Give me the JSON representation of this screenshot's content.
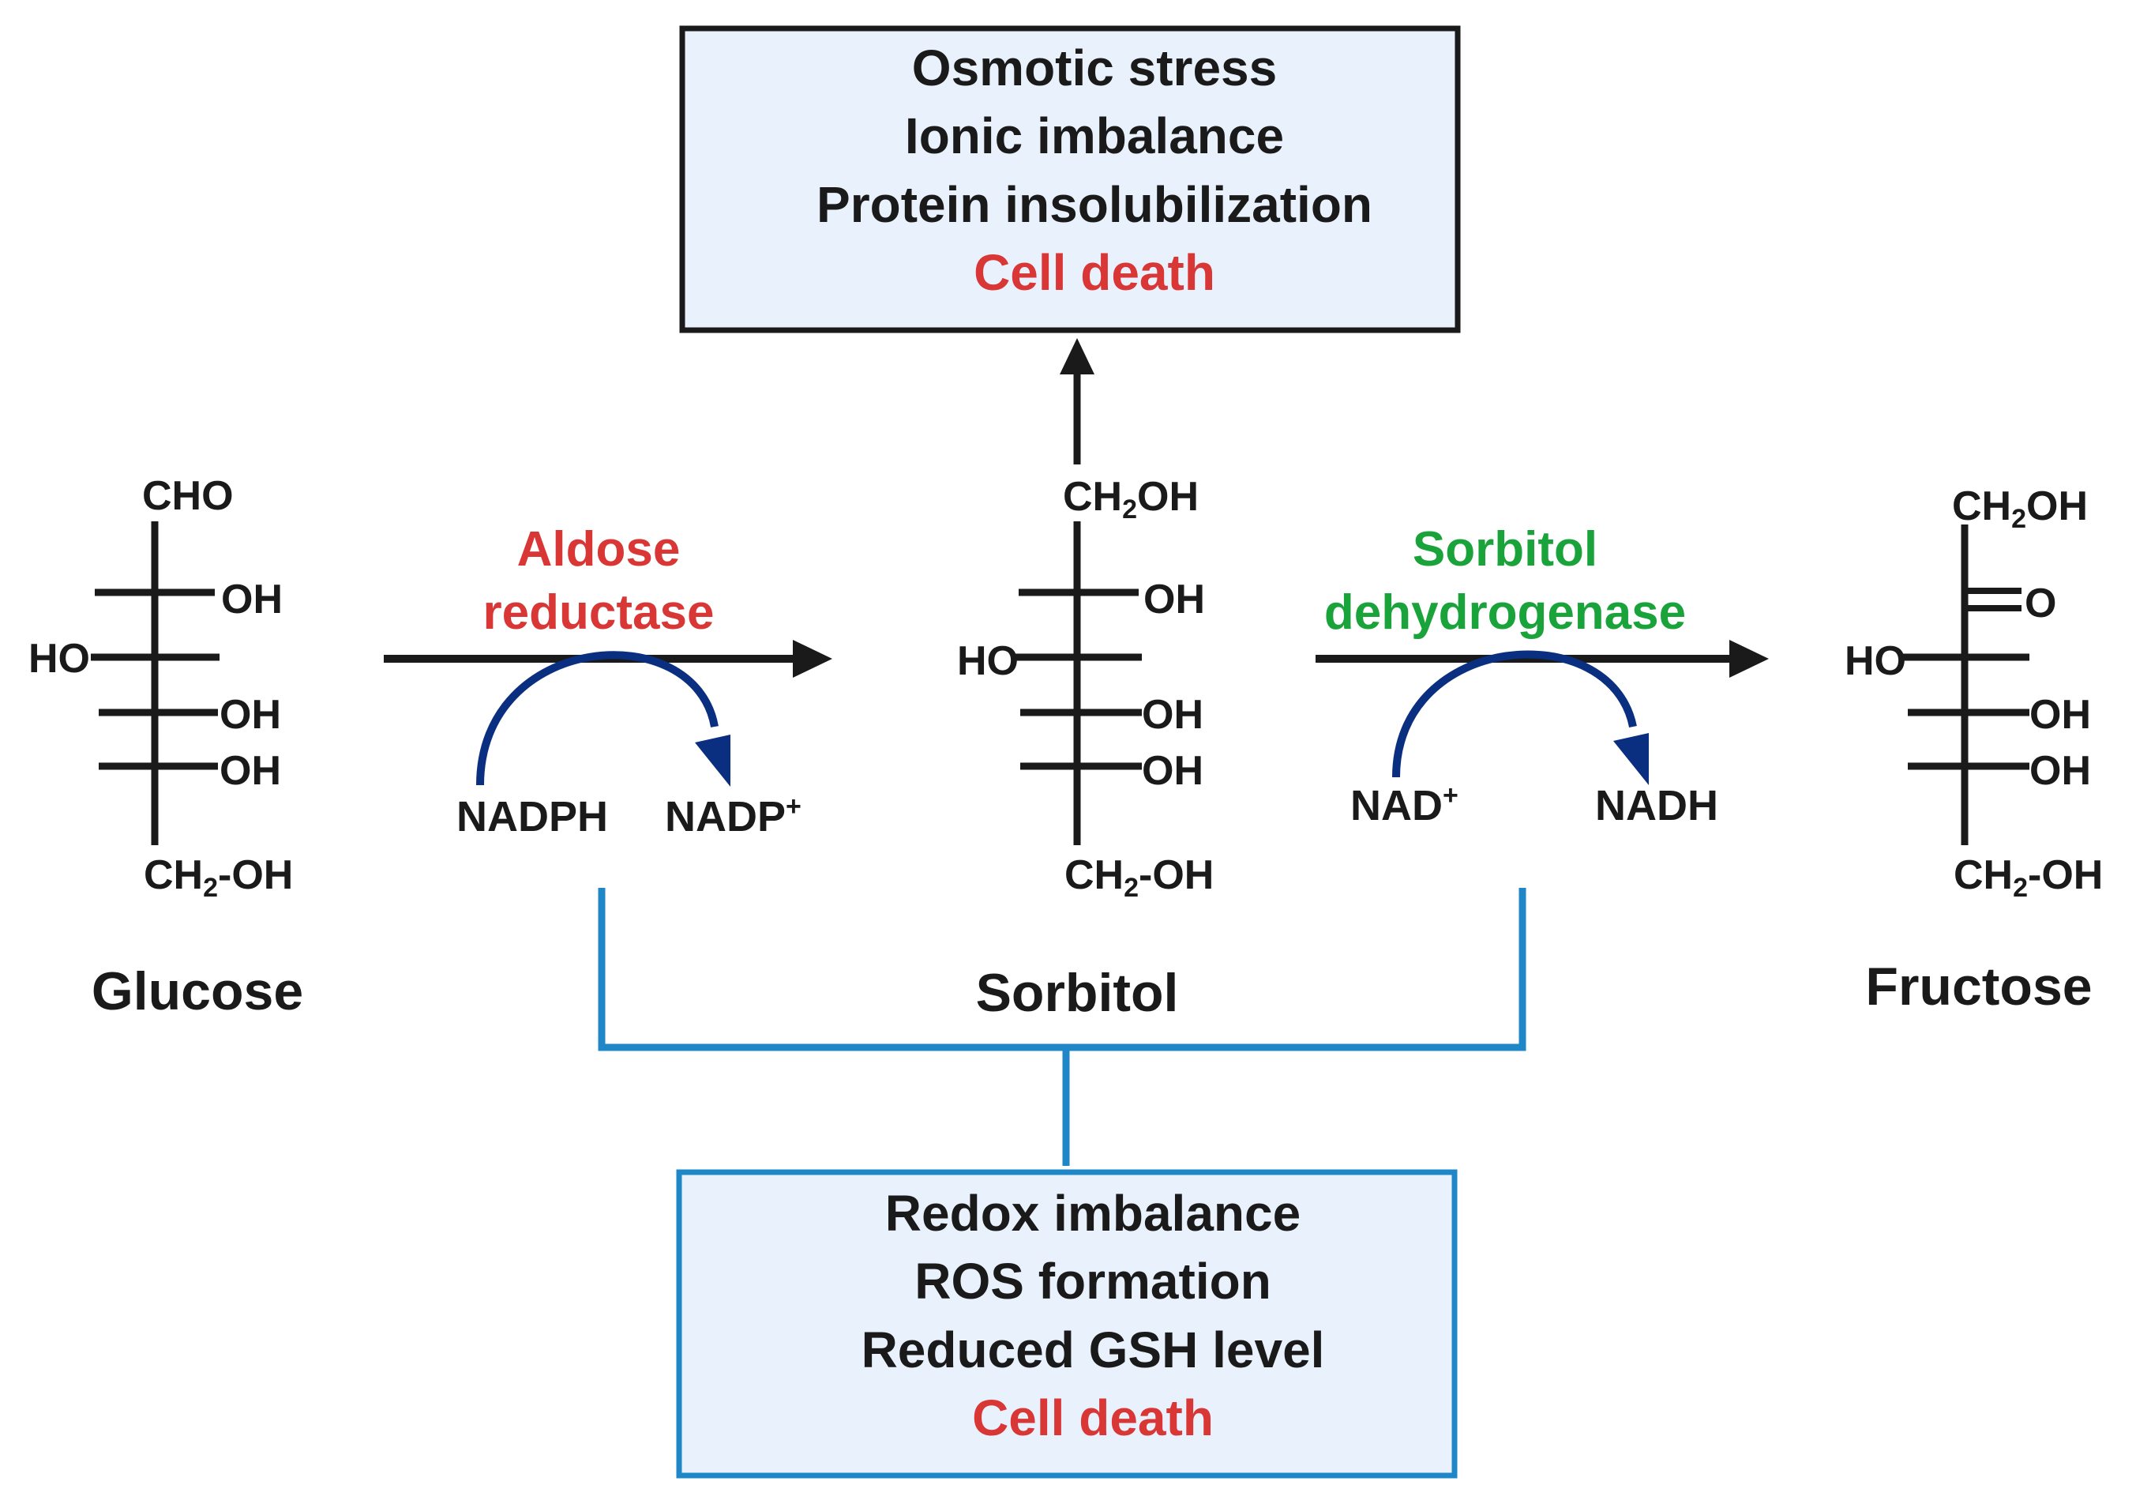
{
  "colors": {
    "black": "#1a1a1a",
    "red": "#d93636",
    "green": "#19a33a",
    "navy": "#0a2f80",
    "box_border": "#1a1a1a",
    "box_fill": "#e9f2fc",
    "blue_bracket": "#1f87c8"
  },
  "top_box": {
    "lines": [
      "Osmotic stress",
      "Ionic imbalance",
      "Protein insolubilization"
    ],
    "death": "Cell death"
  },
  "bottom_box": {
    "lines": [
      "Redox imbalance",
      "ROS formation",
      "Reduced GSH level"
    ],
    "death": "Cell death"
  },
  "glucose": {
    "top": "CHO",
    "oh1": "OH",
    "ho": "HO",
    "oh2": "OH",
    "oh3": "OH",
    "ch2_prefix": "CH",
    "ch2_sub": "2",
    "ch2_suffix": "-OH",
    "name": "Glucose"
  },
  "sorbitol": {
    "top_prefix": "CH",
    "top_sub": "2",
    "top_suffix": "OH",
    "oh1": "OH",
    "ho": "HO",
    "oh2": "OH",
    "oh3": "OH",
    "ch2_prefix": "CH",
    "ch2_sub": "2",
    "ch2_suffix": "-OH",
    "name": "Sorbitol"
  },
  "fructose": {
    "top_prefix": "CH",
    "top_sub": "2",
    "top_suffix": "OH",
    "keto": "O",
    "ho": "HO",
    "oh2": "OH",
    "oh3": "OH",
    "ch2_prefix": "CH",
    "ch2_sub": "2",
    "ch2_suffix": "-OH",
    "name": "Fructose"
  },
  "enzyme1": {
    "line1": "Aldose",
    "line2": "reductase"
  },
  "enzyme2": {
    "line1": "Sorbitol",
    "line2": "dehydrogenase"
  },
  "cofactors1": {
    "in": "NADPH",
    "out_base": "NADP",
    "out_sup": "+"
  },
  "cofactors2": {
    "in_base": "NAD",
    "in_sup": "+",
    "out": "NADH"
  }
}
